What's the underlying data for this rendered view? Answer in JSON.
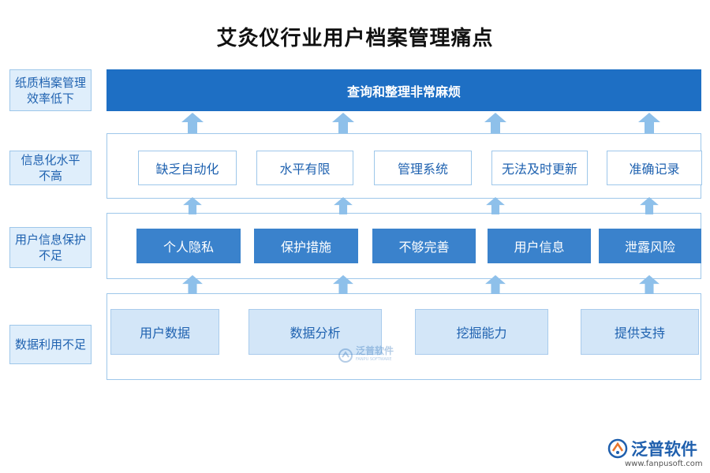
{
  "title": "艾灸仪行业用户档案管理痛点",
  "side_labels": [
    "纸质档案管理\n效率低下",
    "信息化水平\n不高",
    "用户信息保护\n不足",
    "数据利用不足"
  ],
  "row1": {
    "text": "查询和整理非常麻烦"
  },
  "row2": [
    "缺乏自动化",
    "水平有限",
    "管理系统",
    "无法及时更新",
    "准确记录"
  ],
  "row3": [
    "个人隐私",
    "保护措施",
    "不够完善",
    "用户信息",
    "泄露风险"
  ],
  "row4": [
    "用户数据",
    "数据分析",
    "挖掘能力",
    "提供支持"
  ],
  "watermark": {
    "name": "泛普软件",
    "sub": "FANPU SOFTWARE"
  },
  "brand": {
    "name": "泛普软件",
    "url": "www.fanpusoft.com"
  },
  "colors": {
    "primary": "#1e6fc4",
    "solid_box": "#3a82cc",
    "light_box": "#d3e6f8",
    "arrow": "#8ec0ea",
    "side_bg": "#dfeefb"
  }
}
